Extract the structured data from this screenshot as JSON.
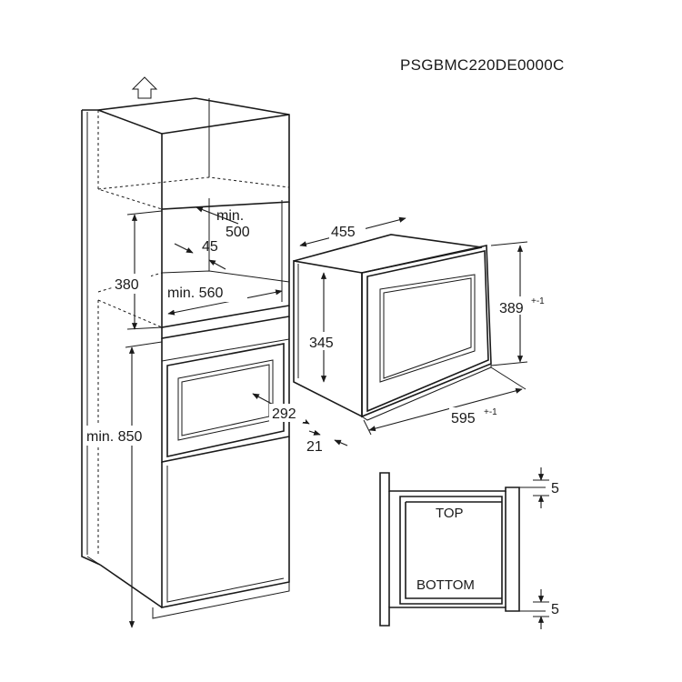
{
  "model_code": "PSGBMC220DE0000C",
  "cabinet": {
    "dim_niche_depth_label": "min.\n500",
    "dim_niche_depth_line1": "min.",
    "dim_niche_depth_line2": "500",
    "dim_vent_gap": "45",
    "dim_niche_height": "380",
    "dim_niche_width": "min. 560",
    "dim_niche_floor_height": "min. 850",
    "dim_depth_292": "292",
    "dim_front_21": "21"
  },
  "appliance": {
    "dim_depth": "455",
    "dim_body_height": "345",
    "dim_front_height": "389",
    "dim_front_height_tol": "+-1",
    "dim_front_width": "595",
    "dim_front_width_tol": "+-1"
  },
  "section_view": {
    "label_top": "TOP",
    "label_bottom": "BOTTOM",
    "gap_top": "5",
    "gap_bottom": "5"
  },
  "colors": {
    "line": "#1a1a1a",
    "background": "#ffffff"
  }
}
